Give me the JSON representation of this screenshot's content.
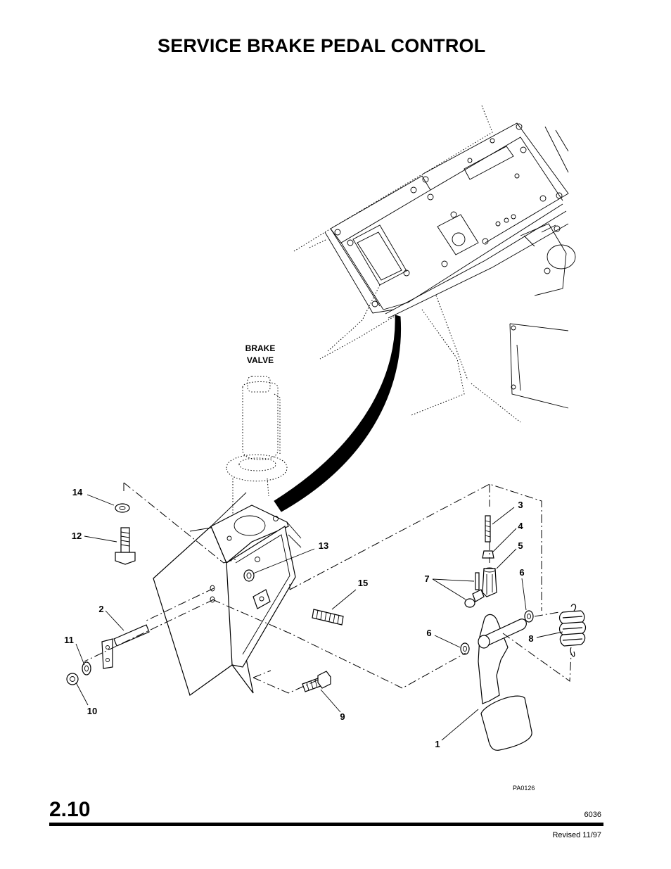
{
  "header": {
    "title": "SERVICE BRAKE PEDAL CONTROL"
  },
  "diagram": {
    "component_label": [
      "BRAKE",
      "VALVE"
    ],
    "callouts": {
      "c1": "1",
      "c2": "2",
      "c3": "3",
      "c4": "4",
      "c5": "5",
      "c6a": "6",
      "c6b": "6",
      "c7": "7",
      "c8": "8",
      "c9": "9",
      "c10": "10",
      "c11": "11",
      "c12": "12",
      "c13": "13",
      "c14": "14",
      "c15": "15"
    },
    "figure_id": "PA0126"
  },
  "footer": {
    "section_number": "2.10",
    "page_id": "6036",
    "revised": "Revised 11/97"
  }
}
